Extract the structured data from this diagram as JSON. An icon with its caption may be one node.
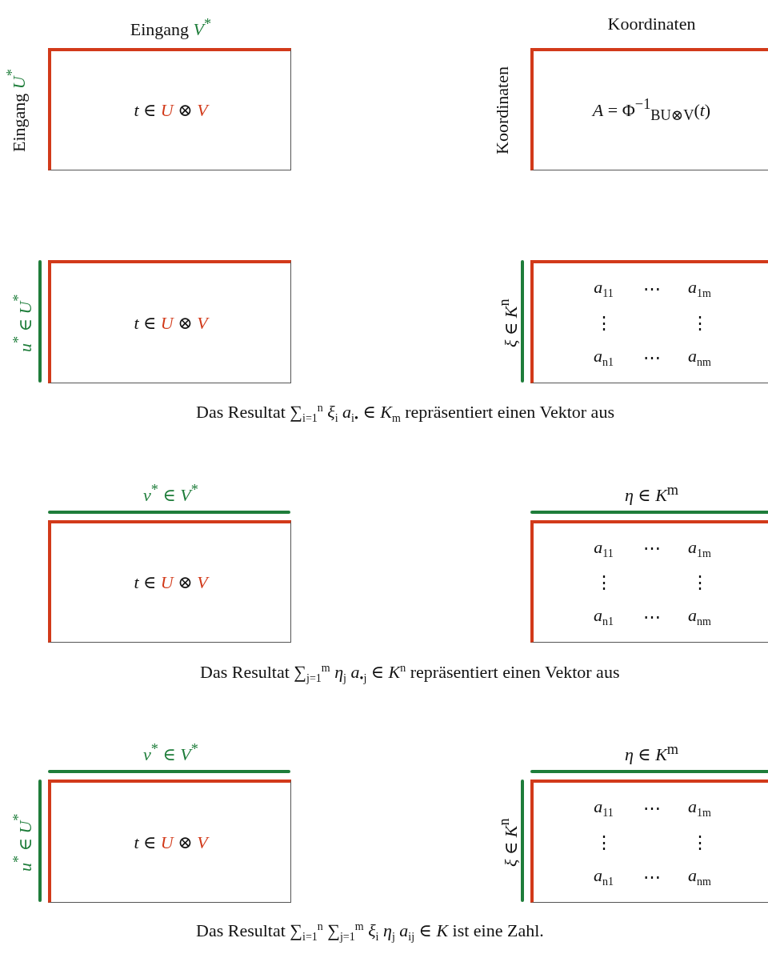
{
  "diagram": {
    "nodes": [
      {
        "text": [
          "Eingang *V*$^{*}$",
          "Eingang *U*$^{*}$",
          "*t* ∈ *U* ⊗ *V*"
        ]
      },
      {
        "text": [
          "Koordinaten",
          "Koordinaten",
          "*A* = Φ$^{−1}$$_{BU⊗V}$(*t*)"
        ]
      },
      {
        "text": [
          "*u*$^{*}$ ∈ *U*$^{*}$",
          "*t* ∈ *U* ⊗ *V*"
        ]
      },
      {
        "text": [
          "*ξ* ∈ *K*$^{n}$",
          "*a*$_{11}$",
          "⋯",
          "*a*$_{1m}$",
          "⋮",
          "⋮",
          "*a*$_{n1}$",
          "⋯",
          "*a*$_{nm}$"
        ]
      },
      {
        "text": [
          "*v*$^{*}$ ∈ *V*$^{*}$",
          "*t* ∈ *U* ⊗ *V*"
        ]
      },
      {
        "text": [
          "*η* ∈ *K*$^{m}$",
          "*a*$_{11}$",
          "⋯",
          "*a*$_{1m}$",
          "⋮",
          "⋮",
          "*a*$_{n1}$",
          "⋯",
          "*a*$_{nm}$"
        ]
      },
      {
        "text": [
          "*v*$^{*}$ ∈ *V*$^{*}$",
          "*u*$^{*}$ ∈ *U*$^{*}$",
          "*t* ∈ *U* ⊗ *V*"
        ]
      },
      {
        "text": [
          "*η* ∈ *K*$^{m}$",
          "*ξ* ∈ *K*$^{n}$",
          "*a*$_{11}$",
          "⋯",
          "*a*$_{1m}$",
          "⋮",
          "⋮",
          "*a*$_{n1}$",
          "⋯",
          "*a*$_{nm}$"
        ]
      }
    ],
    "labels": [
      "Das Resultat ∑$_{i=1}$$^{n}$ *ξ*$_{i}$ *a*$_{i•}$ ∈ *K*$_{m}$ repräsentiert einen Vektor aus",
      "Das Resultat ∑$_{j=1}$$^{m}$ *η*$_{j}$ *a*$_{•j}$ ∈ *K*$^{n}$ repräsentiert einen Vektor aus",
      "Das Resultat ∑$_{i=1}$$^{n}$ ∑$_{j=1}$$^{m}$ *ξ*$_{i}$ *η*$_{j}$ *a*$_{ij}$ ∈ *K* ist eine Zahl."
    ]
  }
}
